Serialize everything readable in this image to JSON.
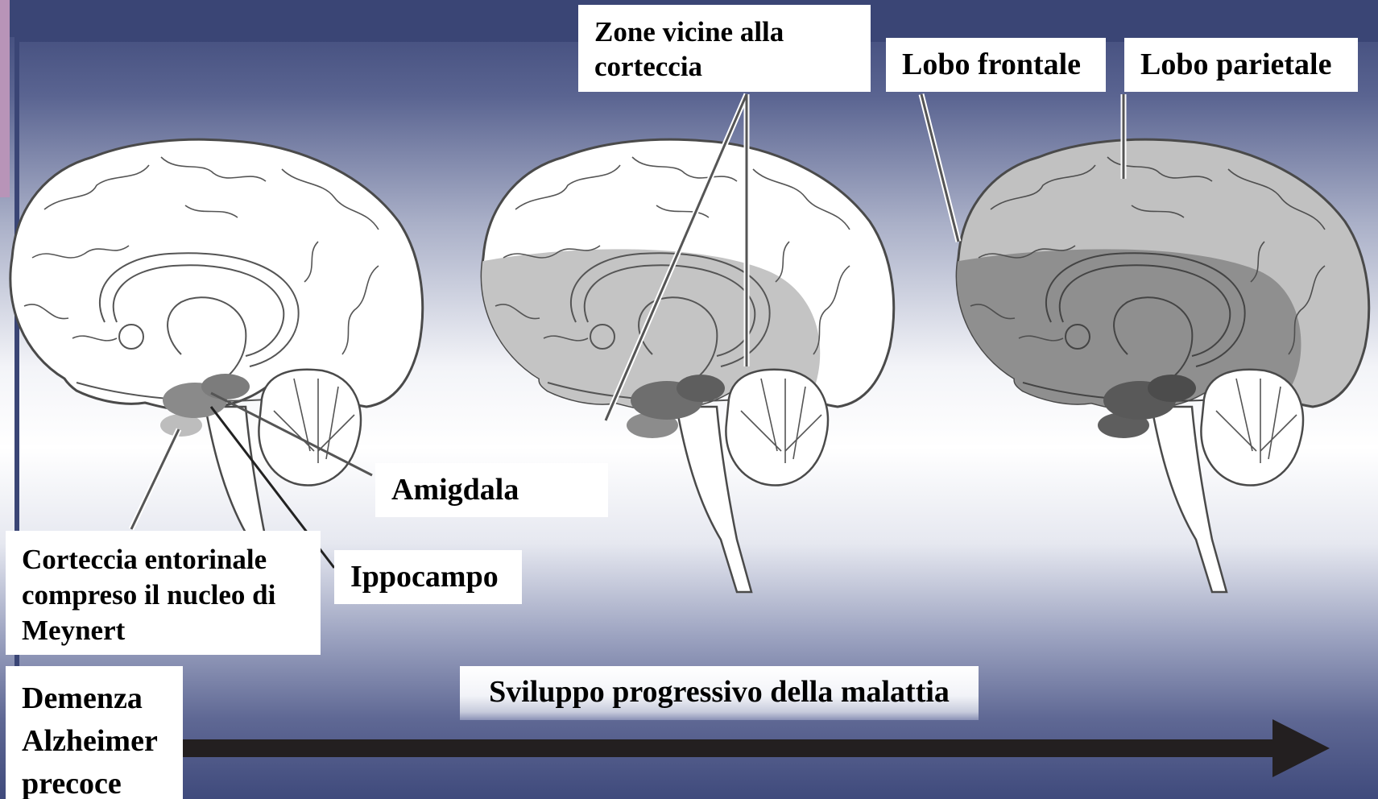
{
  "labels": {
    "zone": [
      "Zone vicine alla",
      "corteccia"
    ],
    "frontale": "Lobo frontale",
    "parietale": "Lobo parietale",
    "amigdala": "Amigdala",
    "ippocampo": "Ippocampo",
    "entorinale": [
      "Corteccia entorinale",
      "compreso il nucleo di",
      "Meynert"
    ],
    "demenza": [
      "Demenza",
      "Alzheimer",
      "precoce"
    ],
    "sviluppo": "Sviluppo progressivo della malattia"
  },
  "colors": {
    "background_top": "#3a4575",
    "background_mid": "#ffffff",
    "accent": "#b894b8",
    "arrow": "#231f20",
    "brain_outline": "#4a4a4a",
    "stage2_affected": "#c4c4c4",
    "stage3_cortex": "#c1c1c1",
    "stage3_affected": "#8f8f8f",
    "hippocampus": "#707070"
  }
}
